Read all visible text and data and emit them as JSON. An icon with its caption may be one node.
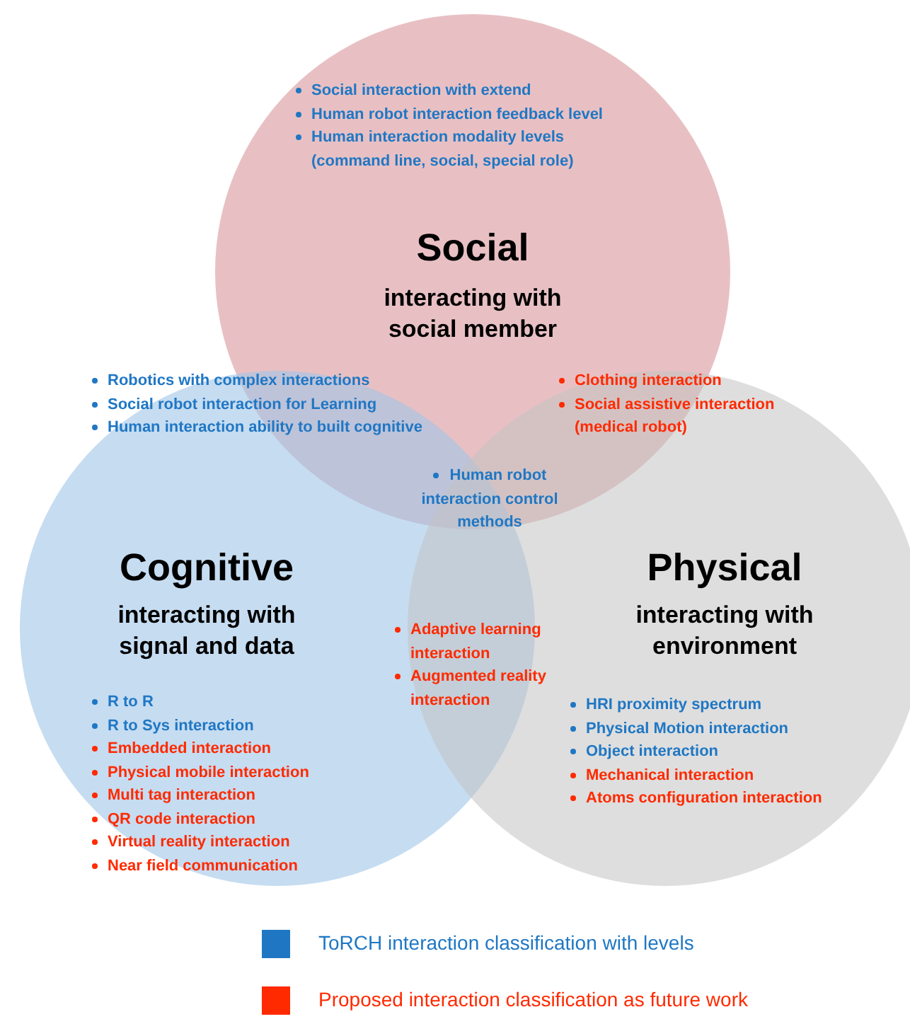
{
  "diagram": {
    "nodes": [
      {
        "text": [
          "Social",
          "interacting with social member"
        ]
      },
      {
        "text": [
          "Cognitive",
          "interacting with signal and data"
        ]
      },
      {
        "text": [
          "Physical",
          "interacting with environment"
        ]
      }
    ],
    "labels": [
      "Social interaction with extend",
      "Human robot interaction feedback level",
      "Human interaction modality levels (command line, social, special role)",
      "Robotics with complex interactions",
      "Social robot interaction for Learning",
      "Human interaction ability to built cognitive",
      "Clothing interaction",
      "Social  assistive interaction (medical robot)",
      "Human robot interaction control methods",
      "Adaptive learning interaction",
      "Augmented reality interaction",
      "R to R",
      "R to Sys interaction",
      "Embedded interaction",
      "Physical mobile interaction",
      "Multi tag interaction",
      "QR code interaction",
      "Virtual reality interaction",
      "Near field communication",
      "HRI proximity spectrum",
      "Physical Motion interaction",
      "Object interaction",
      "Mechanical interaction",
      "Atoms configuration interaction"
    ],
    "legend": [
      {
        "text": "ToRCH interaction classification with levels",
        "color": "#1f77c4"
      },
      {
        "text": "Proposed interaction classification as future work",
        "color": "#ff2a00"
      }
    ]
  }
}
